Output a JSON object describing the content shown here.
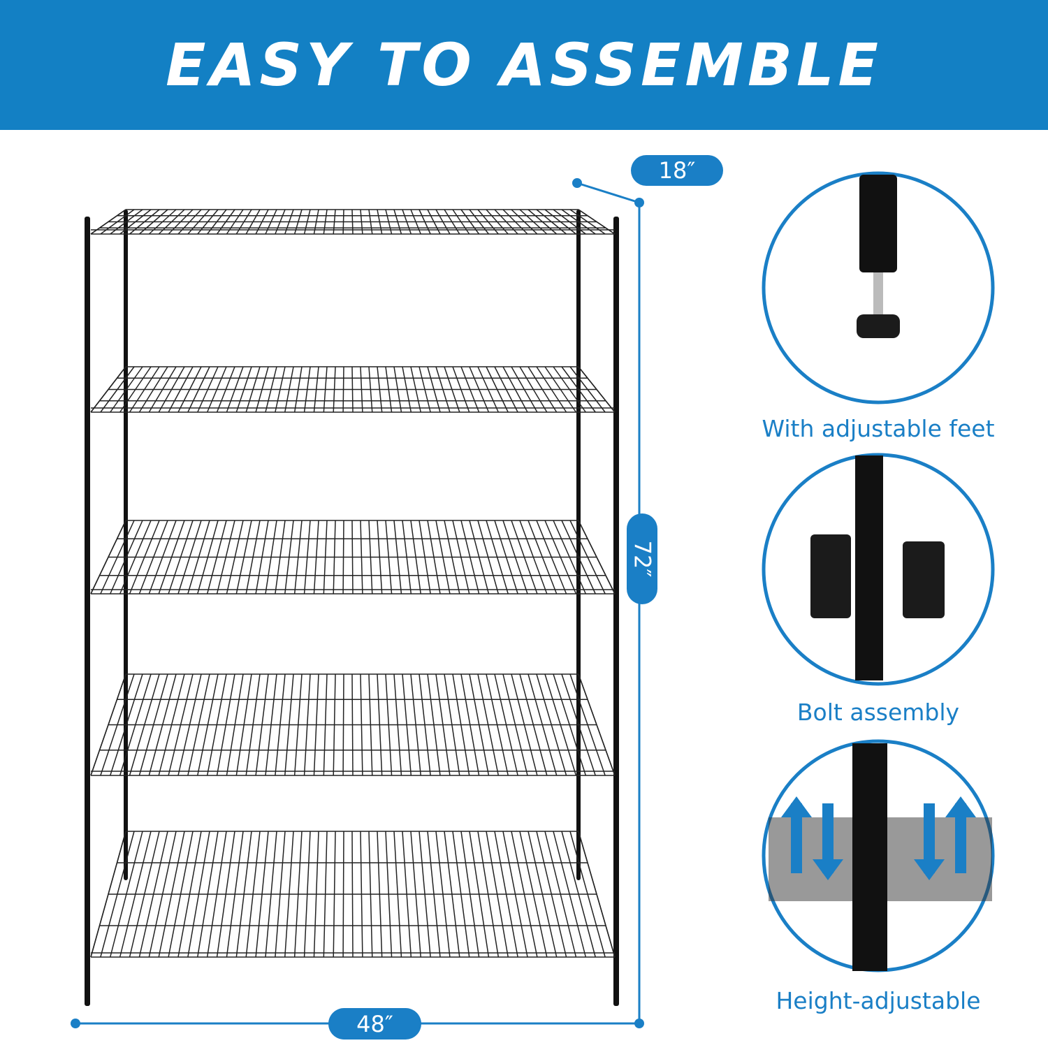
{
  "header": {
    "title": "EASY TO ASSEMBLE"
  },
  "dimensions": {
    "depth": "18″",
    "height": "72″",
    "width": "48″"
  },
  "features": [
    {
      "label": "With adjustable feet",
      "icon": "adjustable-foot-icon"
    },
    {
      "label": "Bolt assembly",
      "icon": "clip-bolt-icon"
    },
    {
      "label": "Height-adjustable",
      "icon": "up-down-arrows-icon"
    }
  ],
  "colors": {
    "accent": "#1a7fc6",
    "header": "#1380c4"
  }
}
